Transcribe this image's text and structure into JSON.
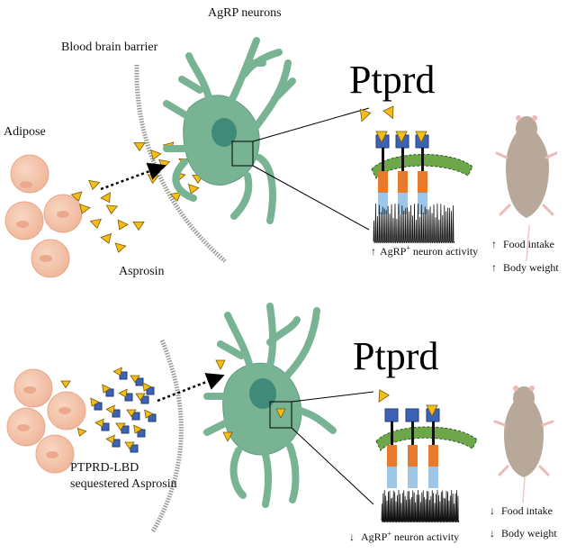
{
  "top_panel": {
    "neuron_label": "AgRP neurons",
    "barrier_label": "Blood brain barrier",
    "adipose_label": "Adipose",
    "hormone_label": "Asprosin",
    "receptor_label": "Ptprd",
    "activity_prefix": "AgRP",
    "activity_superscript": "+",
    "activity_suffix": " neuron activity",
    "effect_food": "Food intake",
    "effect_weight": "Body weight",
    "direction": "up"
  },
  "bottom_panel": {
    "hormone_label_line1": "PTPRD-LBD",
    "hormone_label_line2": "sequestered Asprosin",
    "receptor_label": "Ptprd",
    "activity_prefix": "AgRP",
    "activity_superscript": "+",
    "activity_suffix": " neuron activity",
    "effect_food": "Food intake",
    "effect_weight": "Body weight",
    "direction": "down"
  },
  "colors": {
    "asprosin": "#f4bd1a",
    "lbd": "#3e63b5",
    "neuron": "#78b393",
    "nucleus": "#3f8a79",
    "adipocyte": "#f4c7ae",
    "membrane": "#6ea64a",
    "receptor_orange": "#e77b2d",
    "receptor_blue": "#9ec6e6",
    "mouse": "#b8a89a"
  }
}
